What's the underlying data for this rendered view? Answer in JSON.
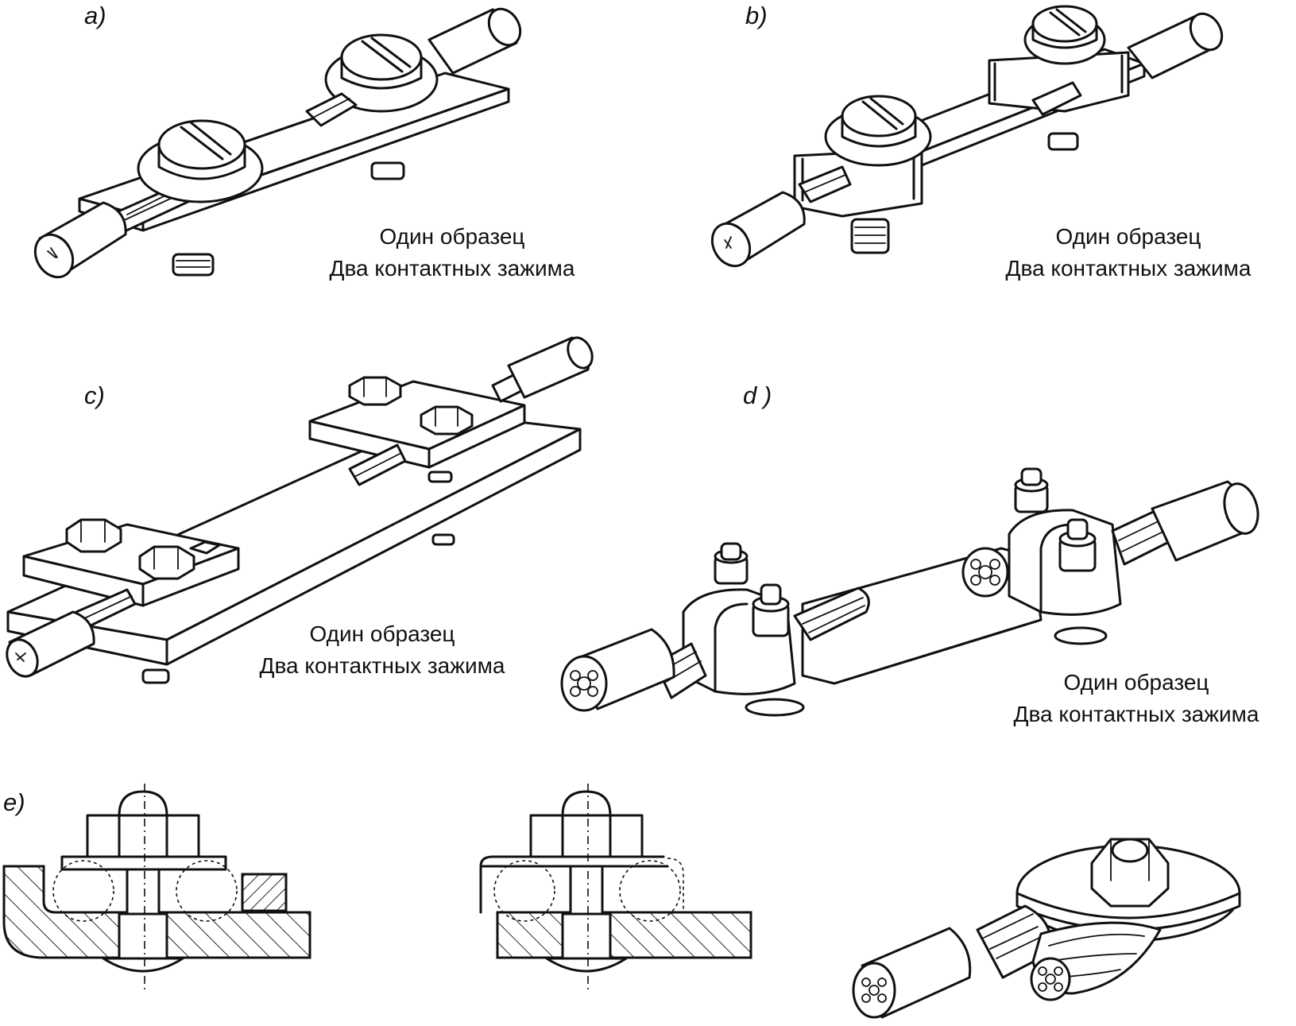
{
  "panels": {
    "a": {
      "letter": "a)",
      "caption_line1": "Один образец",
      "caption_line2": "Два контактных зажима"
    },
    "b": {
      "letter": "b)",
      "caption_line1": "Один образец",
      "caption_line2": "Два контактных зажима"
    },
    "c": {
      "letter": "c)",
      "caption_line1": "Один образец",
      "caption_line2": "Два контактных зажима"
    },
    "d": {
      "letter": "d )",
      "caption_line1": "Один образец",
      "caption_line2": "Два контактных зажима"
    },
    "e": {
      "letter": "e)"
    }
  },
  "style": {
    "line_color": "#111111",
    "background": "#ffffff"
  }
}
